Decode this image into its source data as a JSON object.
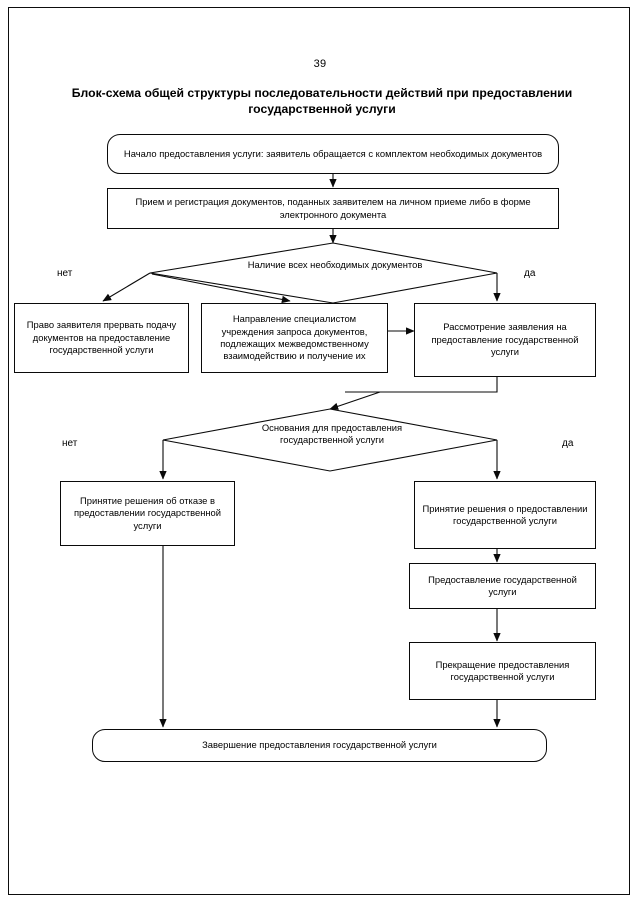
{
  "page": {
    "number": "39",
    "title": "Блок-схема общей структуры последовательности действий при предоставлении государственной услуги"
  },
  "chart_data": {
    "type": "diagram",
    "title": "Блок-схема общей структуры последовательности действий при предоставлении государственной услуги",
    "orientation": "top-to-bottom",
    "nodes": [
      {
        "id": "start",
        "shape": "terminal",
        "text": "Начало предоставления услуги: заявитель обращается с комплектом необходимых документов"
      },
      {
        "id": "intake",
        "shape": "rect",
        "text": "Прием и регистрация документов, поданных заявителем на личном приеме либо в форме электронного документа"
      },
      {
        "id": "decision-docs",
        "shape": "diamond",
        "text": "Наличие всех необходимых документов"
      },
      {
        "id": "right-to-stop",
        "shape": "rect",
        "text": "Право заявителя прервать подачу документов на предоставление государственной услуги"
      },
      {
        "id": "interagency-request",
        "shape": "rect",
        "text": "Направление специалистом учреждения запроса документов, подлежащих межведомственному взаимодействию и получение их"
      },
      {
        "id": "review-application",
        "shape": "rect",
        "text": "Рассмотрение заявления на предоставление государственной услуги"
      },
      {
        "id": "decision-grounds",
        "shape": "diamond",
        "text": "Основания для предоставления государственной услуги"
      },
      {
        "id": "refusal-decision",
        "shape": "rect",
        "text": "Принятие решения об отказе в предоставлении государственной услуги"
      },
      {
        "id": "grant-decision",
        "shape": "rect",
        "text": "Принятие решения о предоставлении государственной услуги"
      },
      {
        "id": "service-provision",
        "shape": "rect",
        "text": "Предоставление государственной услуги"
      },
      {
        "id": "service-termination",
        "shape": "rect",
        "text": "Прекращение предоставления государственной услуги"
      },
      {
        "id": "finish",
        "shape": "terminal",
        "text": "Завершение предоставления государственной услуги"
      }
    ],
    "branch_labels": {
      "docs_no": "нет",
      "docs_yes": "да",
      "grounds_no": "нет",
      "grounds_yes": "да"
    },
    "edges": [
      {
        "from": "start",
        "to": "intake",
        "label": ""
      },
      {
        "from": "intake",
        "to": "decision-docs",
        "label": ""
      },
      {
        "from": "decision-docs",
        "to": "right-to-stop",
        "label": "нет"
      },
      {
        "from": "decision-docs",
        "to": "interagency-request",
        "label": "нет"
      },
      {
        "from": "decision-docs",
        "to": "review-application",
        "label": "да"
      },
      {
        "from": "interagency-request",
        "to": "review-application",
        "label": ""
      },
      {
        "from": "review-application",
        "to": "decision-grounds",
        "label": ""
      },
      {
        "from": "decision-grounds",
        "to": "refusal-decision",
        "label": "нет"
      },
      {
        "from": "decision-grounds",
        "to": "grant-decision",
        "label": "да"
      },
      {
        "from": "grant-decision",
        "to": "service-provision",
        "label": ""
      },
      {
        "from": "service-provision",
        "to": "service-termination",
        "label": ""
      },
      {
        "from": "service-termination",
        "to": "finish",
        "label": ""
      },
      {
        "from": "refusal-decision",
        "to": "finish",
        "label": ""
      }
    ]
  }
}
